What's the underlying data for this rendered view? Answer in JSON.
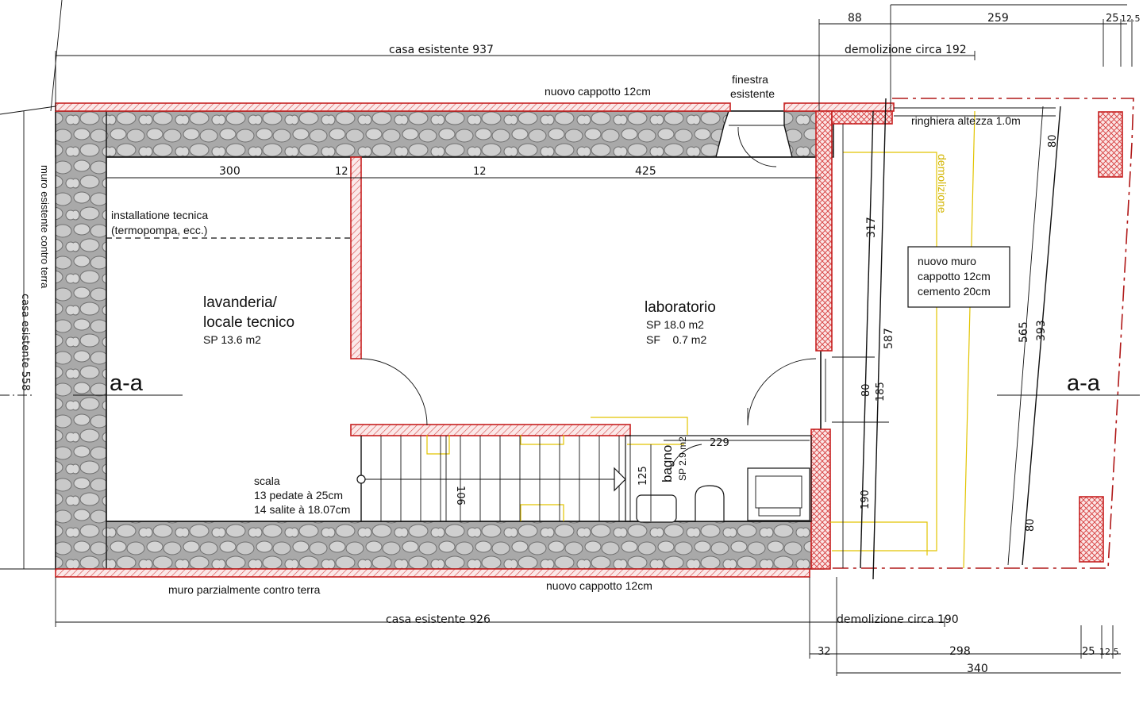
{
  "rooms": {
    "lavanderia_line1": "lavanderia/",
    "lavanderia_line2": "locale tecnico",
    "lavanderia_sp": "SP 13.6 m2",
    "laboratorio": "laboratorio",
    "laboratorio_sp": "SP 18.0 m2",
    "laboratorio_sf": "SF    0.7 m2",
    "bagno": "bagno",
    "bagno_sp": "SP 2.9 m2"
  },
  "notes": {
    "installazione_1": "installatione tecnica",
    "installazione_2": "(termopompa, ecc.)",
    "scala_1": "scala",
    "scala_2": "13 pedate à 25cm",
    "scala_3": "14 salite à 18.07cm",
    "cappotto_top": "nuovo cappotto 12cm",
    "cappotto_bottom": "nuovo cappotto 12cm",
    "finestra_1": "finestra",
    "finestra_2": "esistente",
    "ringhiera": "ringhiera altezza 1.0m",
    "demolizione_v": "demolizione",
    "muro_contro_terra": "muro parzialmente contro terra",
    "muro_left_v": "muro esistente contro terra",
    "nuovo_muro_1": "nuovo muro",
    "nuovo_muro_2": "cappotto 12cm",
    "nuovo_muro_3": "cemento 20cm",
    "section_left": "a-a",
    "section_right": "a-a"
  },
  "dimensions": {
    "casa_top": "casa esistente 937",
    "demol_top": "demolizione circa 192",
    "casa_bottom": "casa esistente 926",
    "demol_bottom": "demolizione circa 190",
    "casa_left_v": "casa esistente 558",
    "top_88": "88",
    "top_259": "259",
    "top_25": "25",
    "top_125": "12.5",
    "int_300": "300",
    "int_12a": "12",
    "int_12b": "12",
    "int_425": "425",
    "v_317": "317",
    "v_587": "587",
    "v_80a": "80",
    "v_185": "185",
    "v_190": "190",
    "v_565": "565",
    "v_393": "393",
    "v_80b": "80",
    "v_80c": "80",
    "bath_229": "229",
    "bath_125": "125",
    "stair_106": "106",
    "bot_32": "32",
    "bot_298": "298",
    "bot_25": "25",
    "bot_125": "12.5",
    "bot_340": "340"
  }
}
